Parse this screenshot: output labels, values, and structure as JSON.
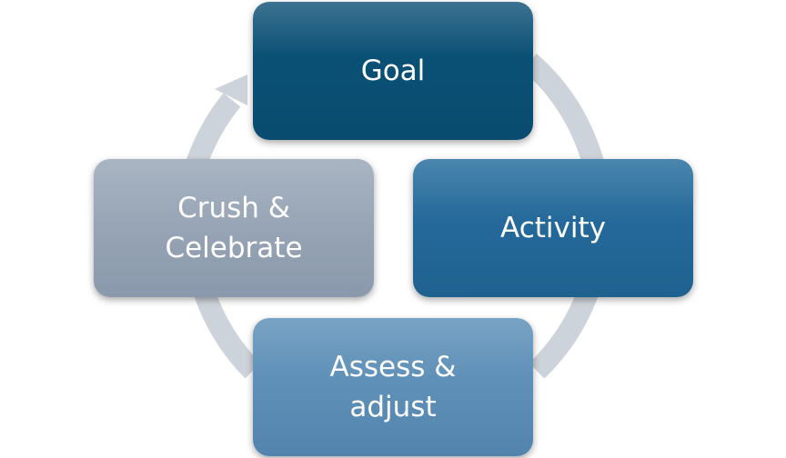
{
  "diagram": {
    "type": "cycle",
    "nodes": [
      {
        "id": "goal",
        "label": "Goal"
      },
      {
        "id": "activity",
        "label": "Activity"
      },
      {
        "id": "assess",
        "label": "Assess &\nadjust"
      },
      {
        "id": "crush",
        "label": "Crush &\nCelebrate"
      }
    ],
    "edges": [
      {
        "from": "goal",
        "to": "activity"
      },
      {
        "from": "activity",
        "to": "assess"
      },
      {
        "from": "assess",
        "to": "crush"
      },
      {
        "from": "crush",
        "to": "goal"
      }
    ]
  },
  "colors": {
    "ring": "#cdd3da",
    "goal": "#0a5075",
    "activity": "#24699a",
    "assess": "#5e90b8",
    "crush": "#96a4b5",
    "text": "#ffffff"
  }
}
